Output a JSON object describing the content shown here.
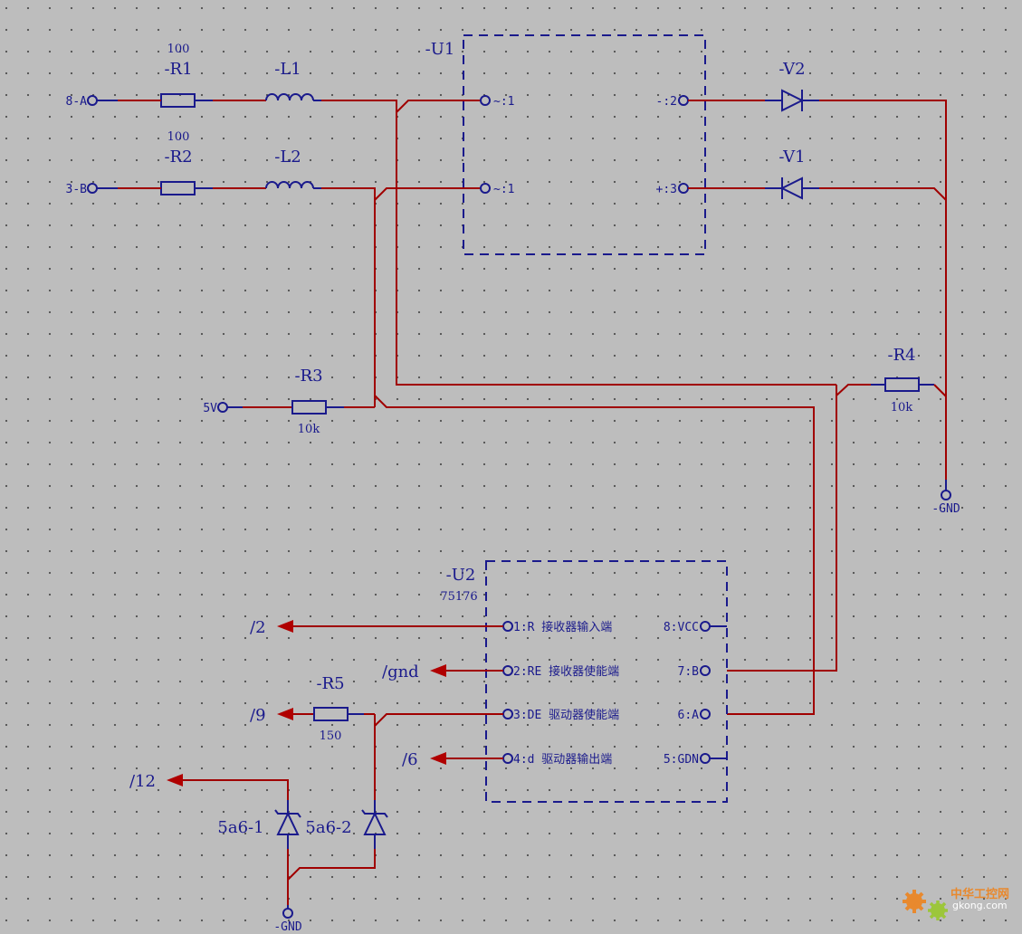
{
  "components": {
    "r1": {
      "ref": "-R1",
      "value": "100"
    },
    "r2": {
      "ref": "-R2",
      "value": "100"
    },
    "r3": {
      "ref": "-R3",
      "value": "10k"
    },
    "r4": {
      "ref": "-R4",
      "value": "10k"
    },
    "r5": {
      "ref": "-R5",
      "value": "150"
    },
    "l1": {
      "ref": "-L1"
    },
    "l2": {
      "ref": "-L2"
    },
    "v1": {
      "ref": "-V1"
    },
    "v2": {
      "ref": "-V2"
    },
    "z1": {
      "ref": "5a6-1"
    },
    "z2": {
      "ref": "5a6-2"
    }
  },
  "u1": {
    "ref": "-U1",
    "pins": {
      "p1": "~:1",
      "p2": "~:1",
      "p3": "-:2",
      "p4": "+:3"
    }
  },
  "u2": {
    "ref": "-U2",
    "part": "75176",
    "pins": {
      "p1": "1:R 接收器输入端",
      "p2": "2:RE 接收器使能端",
      "p3": "3:DE 驱动器使能端",
      "p4": "4:d 驱动器输出端",
      "p5": "5:GDN",
      "p6": "6:A",
      "p7": "7:B",
      "p8": "8:VCC"
    }
  },
  "terminals": {
    "a": "8-A",
    "b": "3-B",
    "v5": "5V",
    "gnd1": "-GND",
    "gnd2": "-GND"
  },
  "signals": {
    "s2": "/2",
    "sgnd": "/gnd",
    "s9": "/9",
    "s6": "/6",
    "s12": "/12"
  },
  "watermark": {
    "cn": "中华工控网",
    "url": "gkong.com"
  },
  "colors": {
    "background": "#bdbdbd",
    "wire": "#a00000",
    "symbol": "#1a1a8c",
    "arrow": "#b00000"
  }
}
